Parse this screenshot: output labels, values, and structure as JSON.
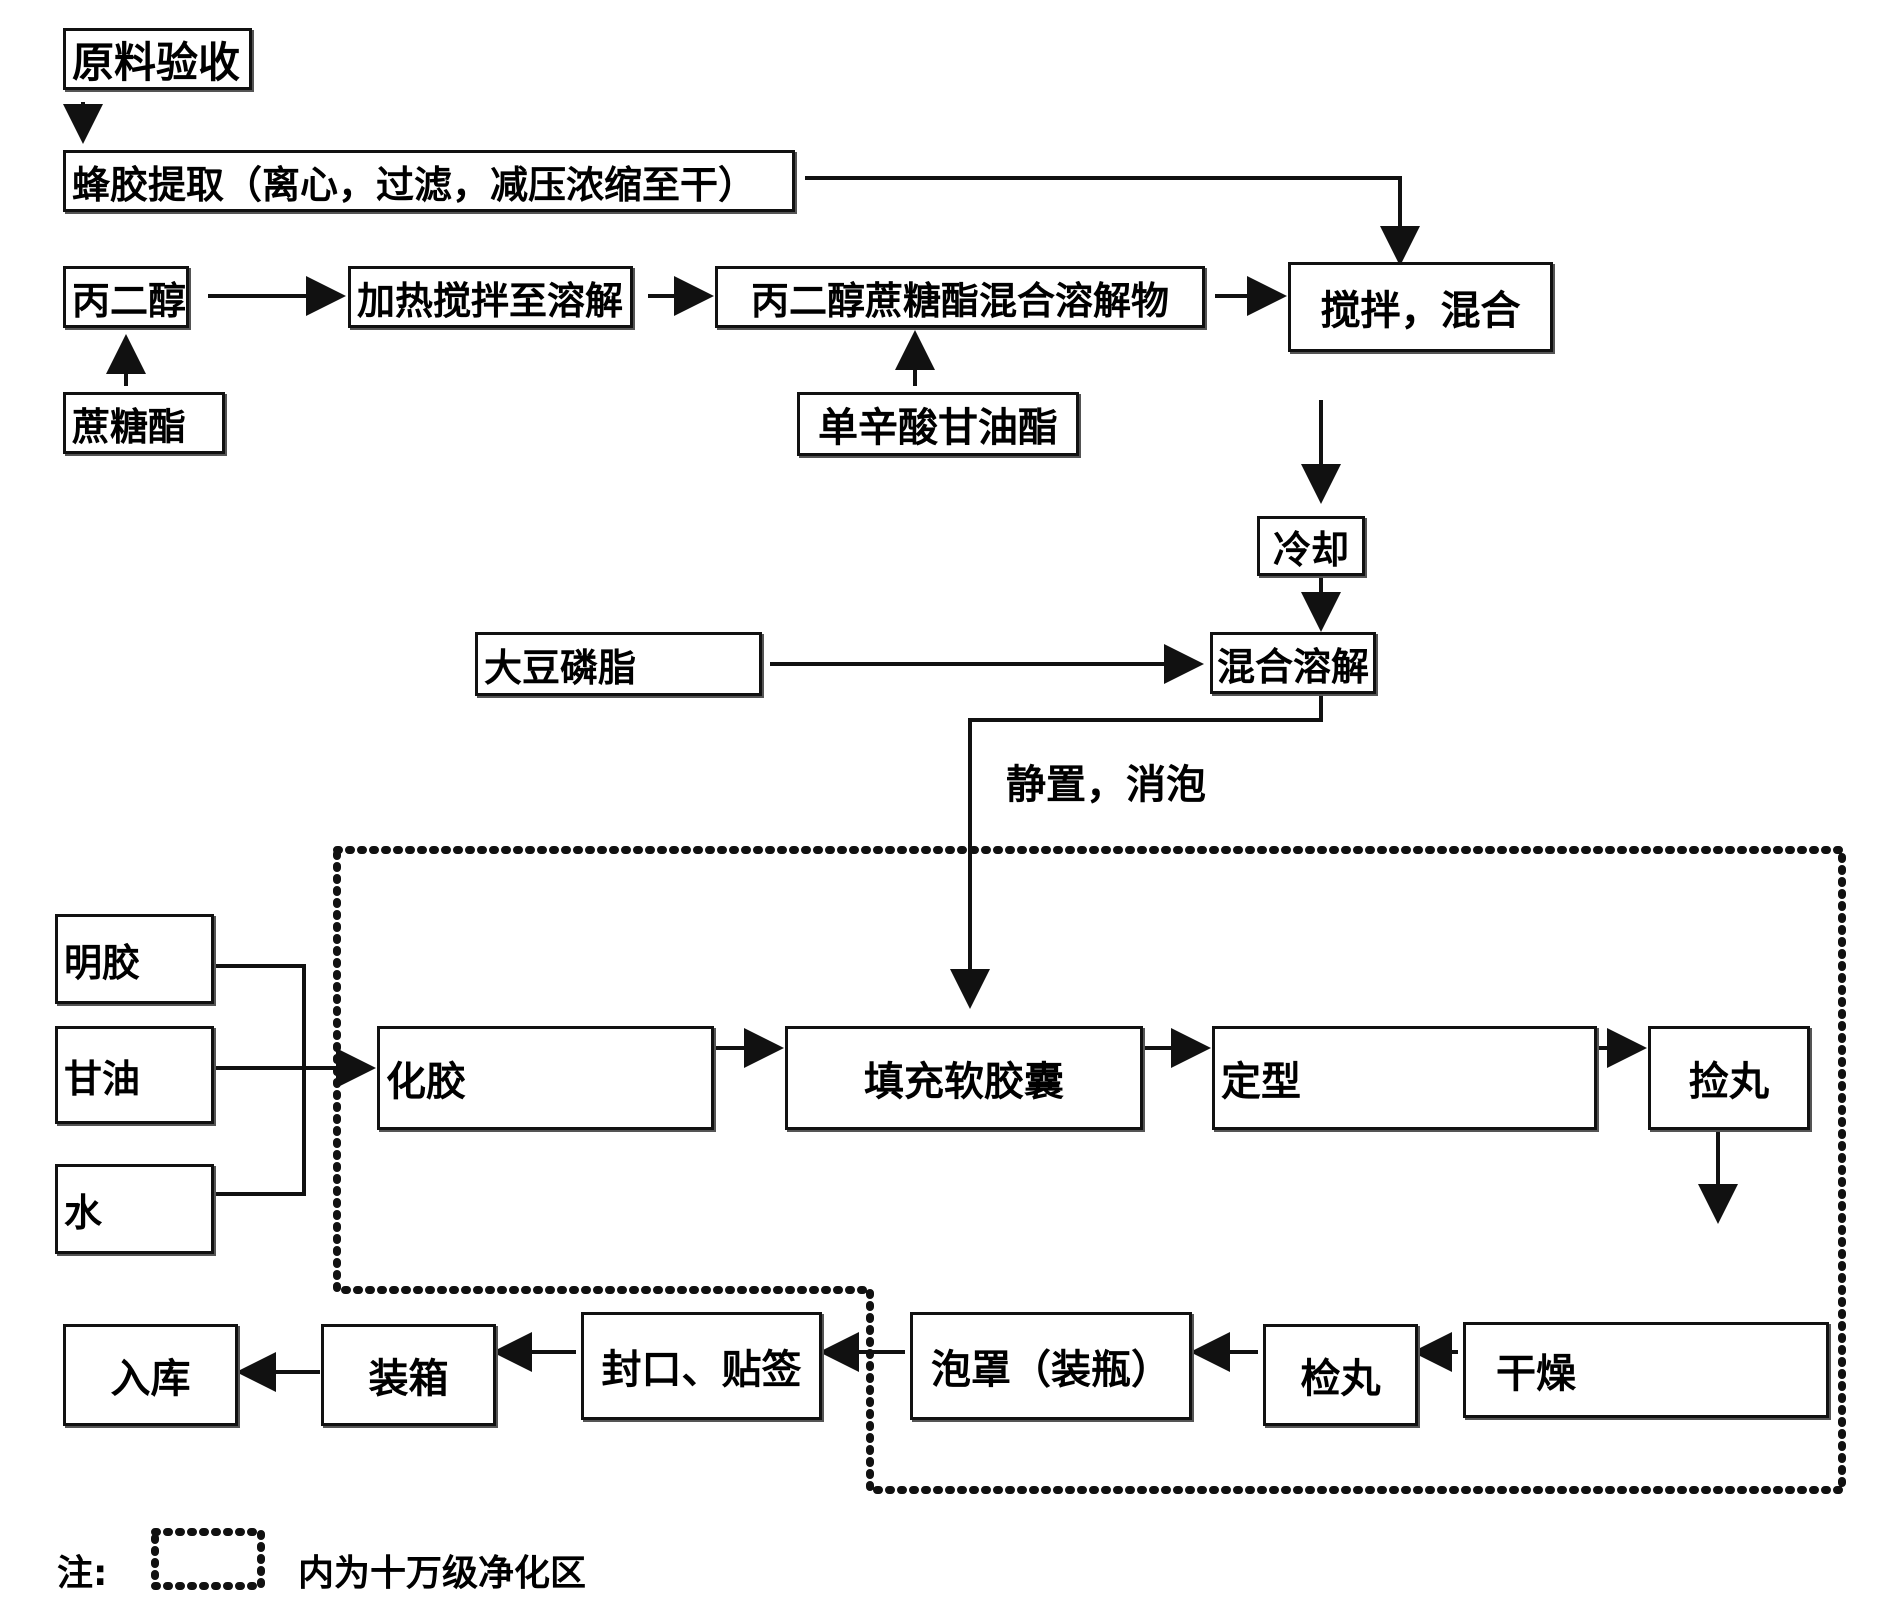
{
  "diagram": {
    "nodes": {
      "raw_acceptance": "原料验收",
      "propolis_extraction": "蜂胶提取（离心，过滤，减压浓缩至干）",
      "propylene_glycol": "丙二醇",
      "sucrose_ester": "蔗糖酯",
      "heat_stir_dissolve": "加热搅拌至溶解",
      "pg_sucrose_mix": "丙二醇蔗糖酯混合溶解物",
      "glyceryl_monocaprylate": "单辛酸甘油酯",
      "stir_mix": "搅拌，混合",
      "cooling": "冷却",
      "soy_lecithin": "大豆磷脂",
      "mix_dissolve": "混合溶解",
      "settle_defoam": "静置，消泡",
      "gelatin": "明胶",
      "glycerin": "甘油",
      "water": "水",
      "gel_melting": "化胶",
      "fill_softgel": "填充软胶囊",
      "shaping": "定型",
      "pill_picking": "捡丸",
      "drying": "干燥",
      "pill_inspection": "检丸",
      "blister_bottling": "泡罩（装瓶）",
      "seal_label": "封口、贴签",
      "boxing": "装箱",
      "warehousing": "入库"
    },
    "note": {
      "prefix": "注:",
      "text": "内为十万级净化区"
    }
  }
}
